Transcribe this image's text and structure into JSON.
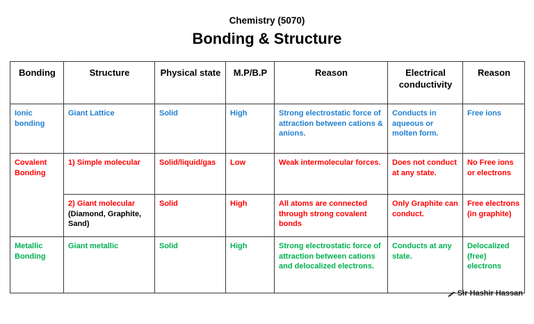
{
  "header": {
    "subject": "Chemistry (5070)",
    "title": "Bonding & Structure"
  },
  "table": {
    "columns": [
      "Bonding",
      "Structure",
      "Physical state",
      "M.P/B.P",
      "Reason",
      "Electrical conductivity",
      "Reason"
    ],
    "rows": [
      {
        "id": "ionic",
        "color": "#1F7FD0",
        "bonding": "Ionic bonding",
        "structure": "Giant Lattice",
        "structure_note": "",
        "physical_state": "Solid",
        "mp_bp": "High",
        "reason": "Strong electrostatic force of attraction between cations & anions.",
        "conductivity": "Conducts in aqueous or molten form.",
        "reason2": "Free ions"
      },
      {
        "id": "covalent-simple",
        "color": "#FF0000",
        "bonding": "Covalent Bonding",
        "structure": "1) Simple molecular",
        "structure_note": "",
        "physical_state": "Solid/liquid/gas",
        "mp_bp": "Low",
        "reason": "Weak intermolecular forces.",
        "conductivity": "Does not conduct at any state.",
        "reason2": "No Free ions or electrons"
      },
      {
        "id": "covalent-giant",
        "color": "#FF0000",
        "bonding": "",
        "structure": "2) Giant molecular",
        "structure_note": "(Diamond, Graphite, Sand)",
        "physical_state": "Solid",
        "mp_bp": "High",
        "reason": "All atoms are connected through strong covalent bonds",
        "conductivity": "Only Graphite can conduct.",
        "reason2": "Free electrons (in graphite)"
      },
      {
        "id": "metallic",
        "color": "#00B050",
        "bonding": "Metallic Bonding",
        "structure": "Giant metallic",
        "structure_note": "",
        "physical_state": "Solid",
        "mp_bp": "High",
        "reason": "Strong electrostatic force of attraction between cations and delocalized electrons.",
        "conductivity": "Conducts at any state.",
        "reason2": "Delocalized (free) electrons"
      }
    ]
  },
  "footer": {
    "signature": "Sir Hashir Hassan",
    "icon": "pen-nib-icon"
  },
  "colors": {
    "ionic": "#1F7FD0",
    "covalent": "#FF0000",
    "metallic": "#00B050",
    "text": "#000000",
    "border": "#3a3a3a",
    "background": "#ffffff"
  }
}
